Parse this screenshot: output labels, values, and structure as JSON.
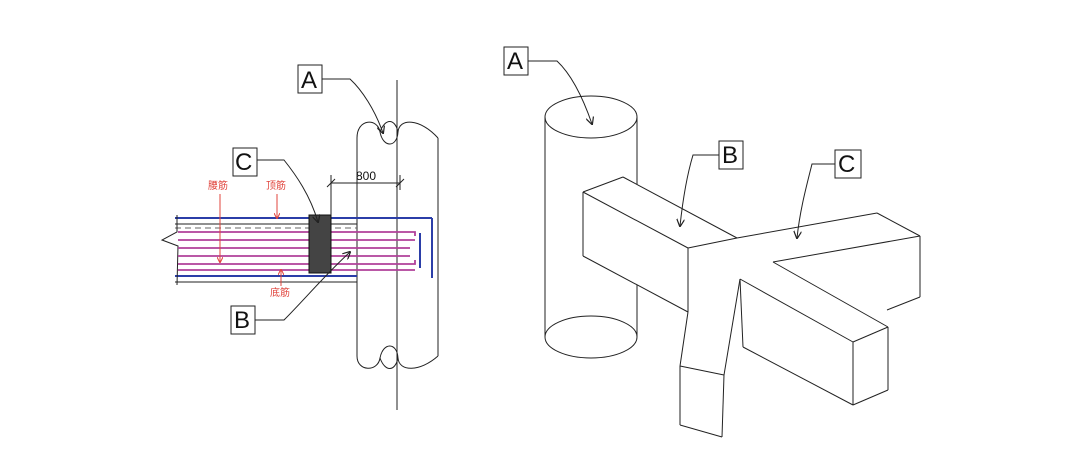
{
  "colors": {
    "line": "#222222",
    "blue_beam": "#2b3ea8",
    "magenta_rebar": "#b0409a",
    "red_label": "#e0443c",
    "dark_block": "#444444"
  },
  "left_drawing": {
    "callouts": {
      "a": "A",
      "b": "B",
      "c": "C"
    },
    "dimension": "800",
    "labels": {
      "waist_rebar": "腰筋",
      "top_rebar": "顶筋",
      "bottom_rebar": "底筋"
    }
  },
  "right_drawing": {
    "callouts": {
      "a": "A",
      "b": "B",
      "c": "C"
    }
  }
}
